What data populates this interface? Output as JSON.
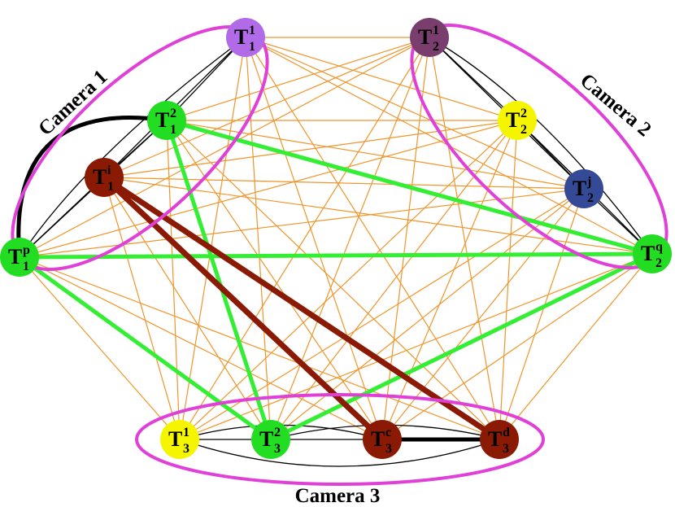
{
  "camera_labels": {
    "cam1": "Camera 1",
    "cam2": "Camera 2",
    "cam3": "Camera 3"
  },
  "colors": {
    "cross_edge": "#f0952a",
    "intra_edge": "#000000",
    "match_green": "#33ee33",
    "match_darkred": "#8b1a05",
    "ellipse": "#e040d8"
  },
  "nodes": [
    {
      "id": "c1_1",
      "base": "T",
      "sub": "1",
      "sup": "1",
      "color": "#b26be8"
    },
    {
      "id": "c1_2",
      "base": "T",
      "sub": "1",
      "sup": "2",
      "color": "#22dd22"
    },
    {
      "id": "c1_i",
      "base": "T",
      "sub": "1",
      "sup": "i",
      "color": "#8b1a05"
    },
    {
      "id": "c1_p",
      "base": "T",
      "sub": "1",
      "sup": "p",
      "color": "#22dd22"
    },
    {
      "id": "c2_1",
      "base": "T",
      "sub": "2",
      "sup": "1",
      "color": "#7a3e6e"
    },
    {
      "id": "c2_2",
      "base": "T",
      "sub": "2",
      "sup": "2",
      "color": "#f5f500"
    },
    {
      "id": "c2_j",
      "base": "T",
      "sub": "2",
      "sup": "j",
      "color": "#344a96"
    },
    {
      "id": "c2_q",
      "base": "T",
      "sub": "2",
      "sup": "q",
      "color": "#22dd22"
    },
    {
      "id": "c3_1",
      "base": "T",
      "sub": "3",
      "sup": "1",
      "color": "#f5f500"
    },
    {
      "id": "c3_2",
      "base": "T",
      "sub": "3",
      "sup": "2",
      "color": "#22dd22"
    },
    {
      "id": "c3_c",
      "base": "T",
      "sub": "3",
      "sup": "c",
      "color": "#8b1a05"
    },
    {
      "id": "c3_d",
      "base": "T",
      "sub": "3",
      "sup": "d",
      "color": "#8b1a05"
    }
  ],
  "thick_edges": [
    {
      "from": "c1_p",
      "to": "c1_2",
      "color": "#000000",
      "kind": "intra-camera match"
    },
    {
      "from": "c3_c",
      "to": "c3_d",
      "color": "#000000",
      "kind": "intra-camera match"
    },
    {
      "from": "c1_2",
      "to": "c2_q",
      "color": "#33ee33",
      "kind": "cross-camera match"
    },
    {
      "from": "c1_p",
      "to": "c2_q",
      "color": "#33ee33",
      "kind": "cross-camera match"
    },
    {
      "from": "c1_2",
      "to": "c3_2",
      "color": "#33ee33",
      "kind": "cross-camera match"
    },
    {
      "from": "c1_p",
      "to": "c3_2",
      "color": "#33ee33",
      "kind": "cross-camera match"
    },
    {
      "from": "c2_q",
      "to": "c3_2",
      "color": "#33ee33",
      "kind": "cross-camera match"
    },
    {
      "from": "c1_i",
      "to": "c3_c",
      "color": "#8b1a05",
      "kind": "cross-camera match"
    },
    {
      "from": "c1_i",
      "to": "c3_d",
      "color": "#8b1a05",
      "kind": "cross-camera match"
    }
  ]
}
